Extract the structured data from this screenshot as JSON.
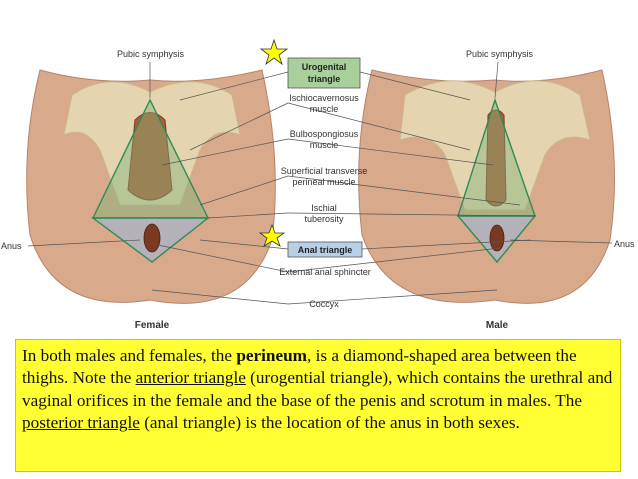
{
  "colors": {
    "skin": "#d8a98a",
    "skin_dark": "#b9836a",
    "bone": "#e8dcb6",
    "muscle": "#b05a3a",
    "urogenital_fill": "#7fb37a",
    "anal_fill": "#9db8d8",
    "triangle_stroke": "#2e8b57",
    "star": "#ffff00",
    "caption_bg": "#ffff33",
    "uro_box": "#a9cf9a",
    "anal_box": "#b8cfe8"
  },
  "icons": {
    "top_star": "star-icon",
    "bottom_star": "star-icon"
  },
  "figure": {
    "labels": {
      "pubic_symphysis_left": "Pubic symphysis",
      "pubic_symphysis_right": "Pubic symphysis",
      "urogenital_line1": "Urogenital",
      "urogenital_line2": "triangle",
      "ischio_line1": "Ischiocavernosus",
      "ischio_line2": "muscle",
      "bulbo_line1": "Bulbospongiosus",
      "bulbo_line2": "muscle",
      "superficial_line1": "Superficial transverse",
      "superficial_line2": "perineal muscle",
      "ischial_line1": "Ischial",
      "ischial_line2": "tuberosity",
      "anal_triangle": "Anal triangle",
      "external_anal": "External anal sphincter",
      "coccyx": "Coccyx",
      "anus_left": "Anus",
      "anus_right": "Anus",
      "female": "Female",
      "male": "Male"
    }
  },
  "caption": {
    "part1": "In both males and females, the ",
    "bold": "perineum",
    "part2": ", is a diamond-shaped area between the thighs.  Note the ",
    "underline1": "anterior triangle",
    "part3": " (urogential triangle), which contains the urethral and vaginal orifices in the female and the base of the penis and scrotum in males.  The ",
    "underline2": "posterior triangle",
    "part4": " (anal triangle) is the location of the anus in both sexes."
  }
}
